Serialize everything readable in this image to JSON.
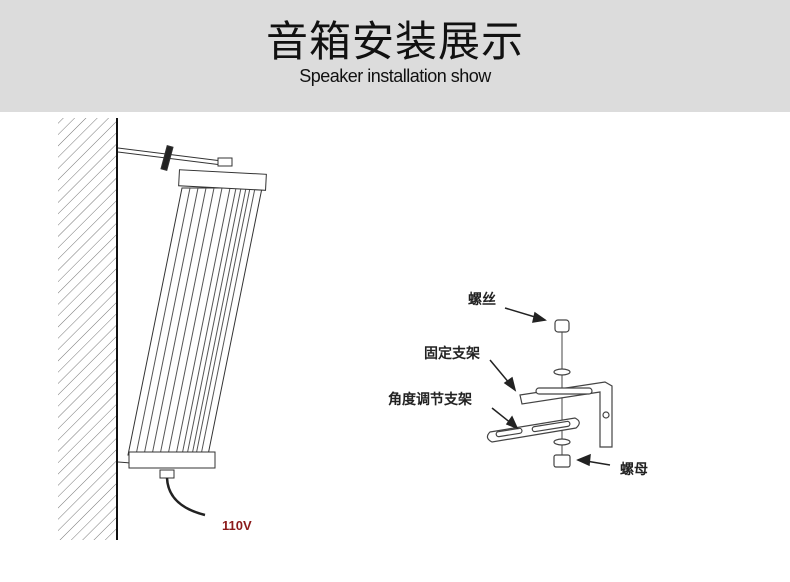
{
  "header": {
    "title": "音箱安装展示",
    "subtitle": "Speaker installation show"
  },
  "speaker": {
    "voltage_label": "110V"
  },
  "bracket": {
    "labels": {
      "screw": "螺丝",
      "fixed_bracket": "固定支架",
      "angle_bracket": "角度调节支架",
      "nut": "螺母"
    }
  }
}
